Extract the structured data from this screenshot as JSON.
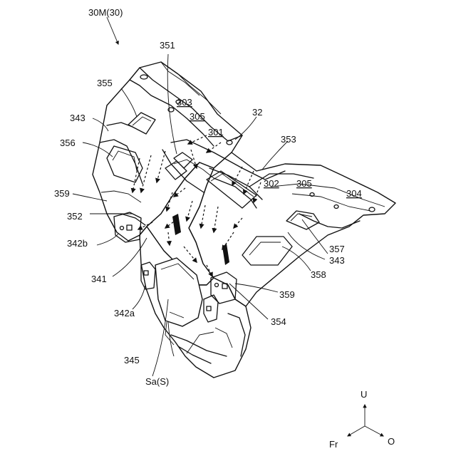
{
  "figure": {
    "title_label": "30M(30)",
    "parts": {
      "p32": "32",
      "p301": "301",
      "p302": "302",
      "p303": "303",
      "p304": "304",
      "p305a": "305",
      "p305b": "305",
      "p341": "341",
      "p342a": "342a",
      "p342b": "342b",
      "p343a": "343",
      "p343b": "343",
      "p345": "345",
      "p351": "351",
      "p352": "352",
      "p353": "353",
      "p354": "354",
      "p355": "355",
      "p356": "356",
      "p357": "357",
      "p358": "358",
      "p359a": "359",
      "p359b": "359",
      "sa": "Sa(S)"
    },
    "axes": {
      "up": "U",
      "front": "Fr",
      "out": "O"
    }
  }
}
